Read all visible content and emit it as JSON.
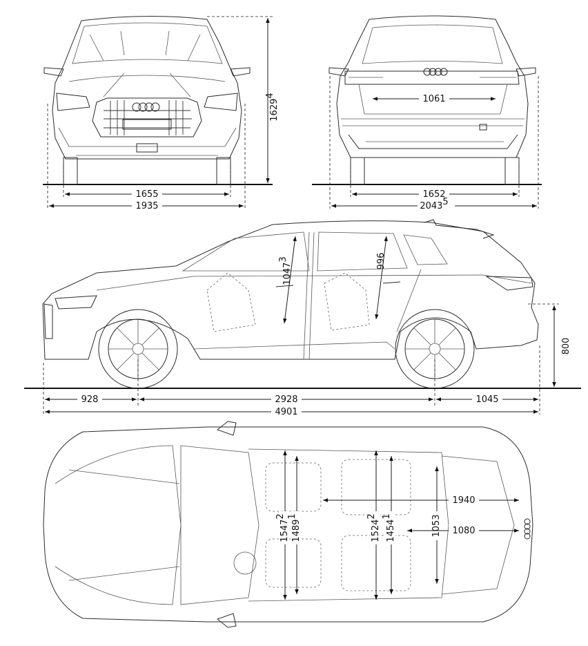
{
  "front_view": {
    "height": {
      "value": "1629",
      "note": "4"
    },
    "track": {
      "value": "1655"
    },
    "width": {
      "value": "1935"
    }
  },
  "rear_view": {
    "load_width": {
      "value": "1061"
    },
    "track": {
      "value": "1652"
    },
    "width_mirrors": {
      "value": "2043",
      "note": "5"
    }
  },
  "side_view": {
    "front_headroom": {
      "value": "1047",
      "note": "3"
    },
    "rear_headroom": {
      "value": "996"
    },
    "load_height": {
      "value": "800"
    },
    "front_overhang": {
      "value": "928"
    },
    "wheelbase": {
      "value": "2928"
    },
    "rear_overhang": {
      "value": "1045"
    },
    "length": {
      "value": "4901"
    }
  },
  "top_view": {
    "front_shoulder": {
      "value": "1547",
      "note": "2"
    },
    "front_elbow": {
      "value": "1489",
      "note": "1"
    },
    "rear_shoulder": {
      "value": "1524",
      "note": "2"
    },
    "rear_elbow": {
      "value": "1454",
      "note": "1"
    },
    "cargo_width": {
      "value": "1053"
    },
    "cargo_length_seats_folded": {
      "value": "1940"
    },
    "cargo_length": {
      "value": "1080"
    }
  }
}
